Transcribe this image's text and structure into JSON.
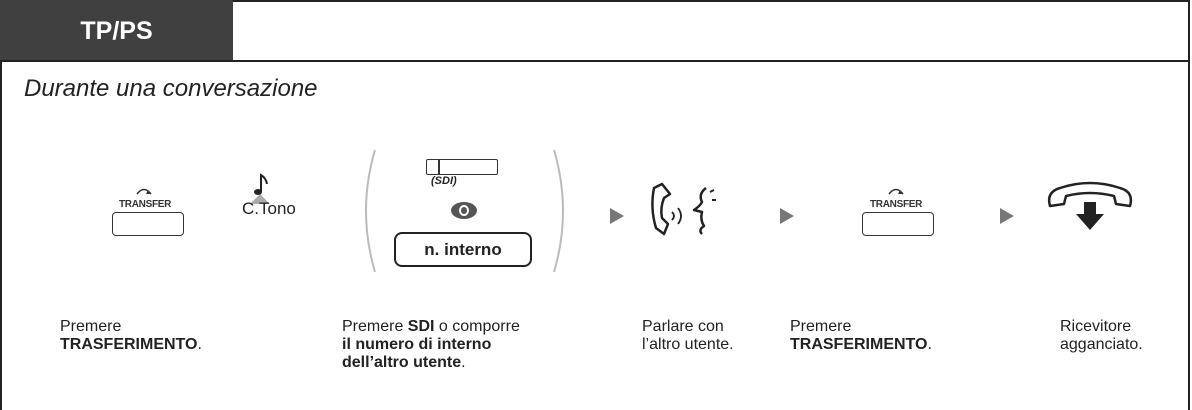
{
  "tab": {
    "label": "TP/PS"
  },
  "subtitle": "Durante una conversazione",
  "steps": {
    "transfer1_key": "TRANSFER",
    "tone_label": "C.Tono",
    "sdi_label": "(SDI)",
    "ext_label": "n. interno",
    "transfer2_key": "TRANSFER"
  },
  "desc1": {
    "line1": "Premere",
    "line2_bold": "TRASFERIMENTO",
    "line2_tail": "."
  },
  "desc2": {
    "line1_pre": "Premere ",
    "line1_bold": "SDI",
    "line1_post": " o comporre",
    "line2_bold": "il numero di interno",
    "line3_bold": "dell’altro utente",
    "line3_tail": "."
  },
  "desc3": {
    "line1": "Parlare con",
    "line2": "l’altro utente."
  },
  "desc4": {
    "line1": "Premere",
    "line2_bold": "TRASFERIMENTO",
    "line2_tail": "."
  },
  "desc5": {
    "line1": "Ricevitore",
    "line2": "agganciato."
  },
  "colors": {
    "tab_bg": "#404040",
    "arrow": "#777777"
  }
}
